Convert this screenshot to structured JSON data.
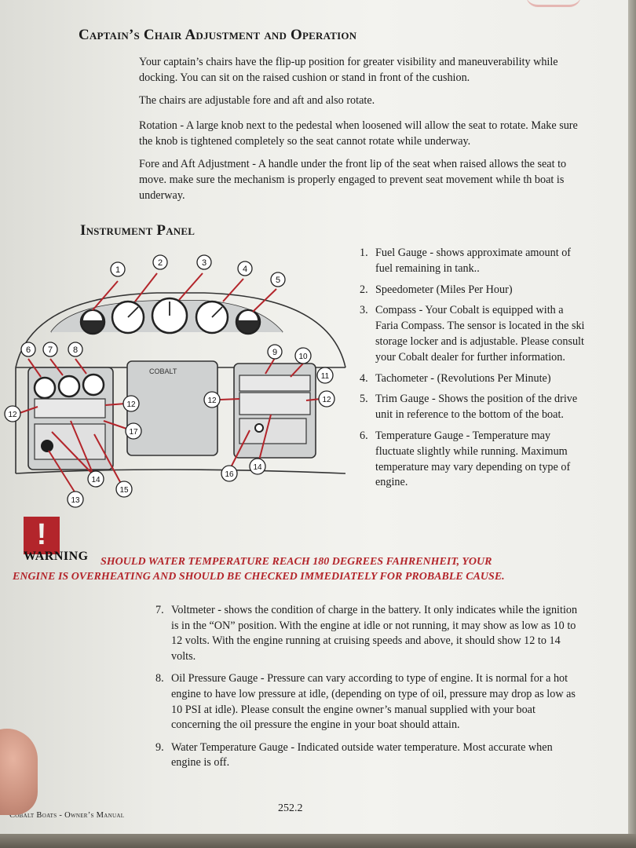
{
  "captain": {
    "title": "Captain’s Chair Adjustment and Operation",
    "p1": "Your captain’s chairs have the flip-up position for greater visibility and maneuverability while docking. You can sit on the raised cushion or stand in front of the cushion.",
    "p2": "The chairs are adjustable fore and aft and also rotate.",
    "p3": "Rotation - A large knob next to the pedestal when loosened will allow the seat to rotate. Make sure the knob is tightened completely so the seat cannot rotate while underway.",
    "p4": "Fore and Aft Adjustment - A handle under the front lip of the seat when raised allows the seat to move. make sure the mechanism is properly engaged to prevent seat movement while th boat is underway."
  },
  "panel": {
    "title": "Instrument Panel",
    "diagram_label": "COBALT",
    "callouts": [
      "1",
      "2",
      "3",
      "4",
      "5",
      "6",
      "7",
      "8",
      "9",
      "10",
      "11",
      "12",
      "12",
      "12",
      "13",
      "14",
      "14",
      "15",
      "16",
      "17"
    ]
  },
  "items_right": [
    {
      "n": "1.",
      "text": "Fuel Gauge - shows approximate amount of fuel remaining in tank.."
    },
    {
      "n": "2.",
      "text": "Speedometer (Miles Per Hour)"
    },
    {
      "n": "3.",
      "text": "Compass - Your Cobalt is equipped with a Faria Compass. The sensor is located in the ski storage locker and is adjustable. Please consult your Cobalt dealer for further information."
    },
    {
      "n": "4.",
      "text": "Tachometer - (Revolutions Per Minute)"
    },
    {
      "n": "5.",
      "text": "Trim Gauge - Shows the position of the drive unit in reference to the bottom of the boat."
    },
    {
      "n": "6.",
      "text": "Temperature Gauge - Temperature may fluctuate slightly while running. Maximum temperature may vary depending on type of engine."
    }
  ],
  "warning": {
    "symbol": "!",
    "label": "WARNING",
    "text_line1": "SHOULD WATER TEMPERATURE REACH 180 DEGREES FAHRENHEIT, YOUR",
    "text_line2": "ENGINE IS OVERHEATING AND SHOULD BE CHECKED IMMEDIATELY FOR PROBABLE CAUSE."
  },
  "items_lower": [
    {
      "n": "7.",
      "text": "Voltmeter - shows the condition of charge in the battery. It only indicates while the ignition is in the “ON” position. With the engine at idle or not running, it may show as low as 10 to 12 volts. With the engine running at cruising speeds and above, it should show 12 to 14 volts."
    },
    {
      "n": "8.",
      "text": "Oil Pressure Gauge - Pressure can vary according to type of engine. It is normal for a hot engine to have low pressure at idle, (depending on type of oil, pressure may drop as low as 10 PSI at idle). Please consult the engine owner’s manual supplied with your boat concerning the oil pressure the engine in your boat should attain."
    },
    {
      "n": "9.",
      "text": "Water Temperature Gauge - Indicated outside water temperature. Most accurate when engine is off."
    }
  ],
  "footer": {
    "left": "Cobalt Boats - Owner’s Manual",
    "page": "252.2"
  }
}
